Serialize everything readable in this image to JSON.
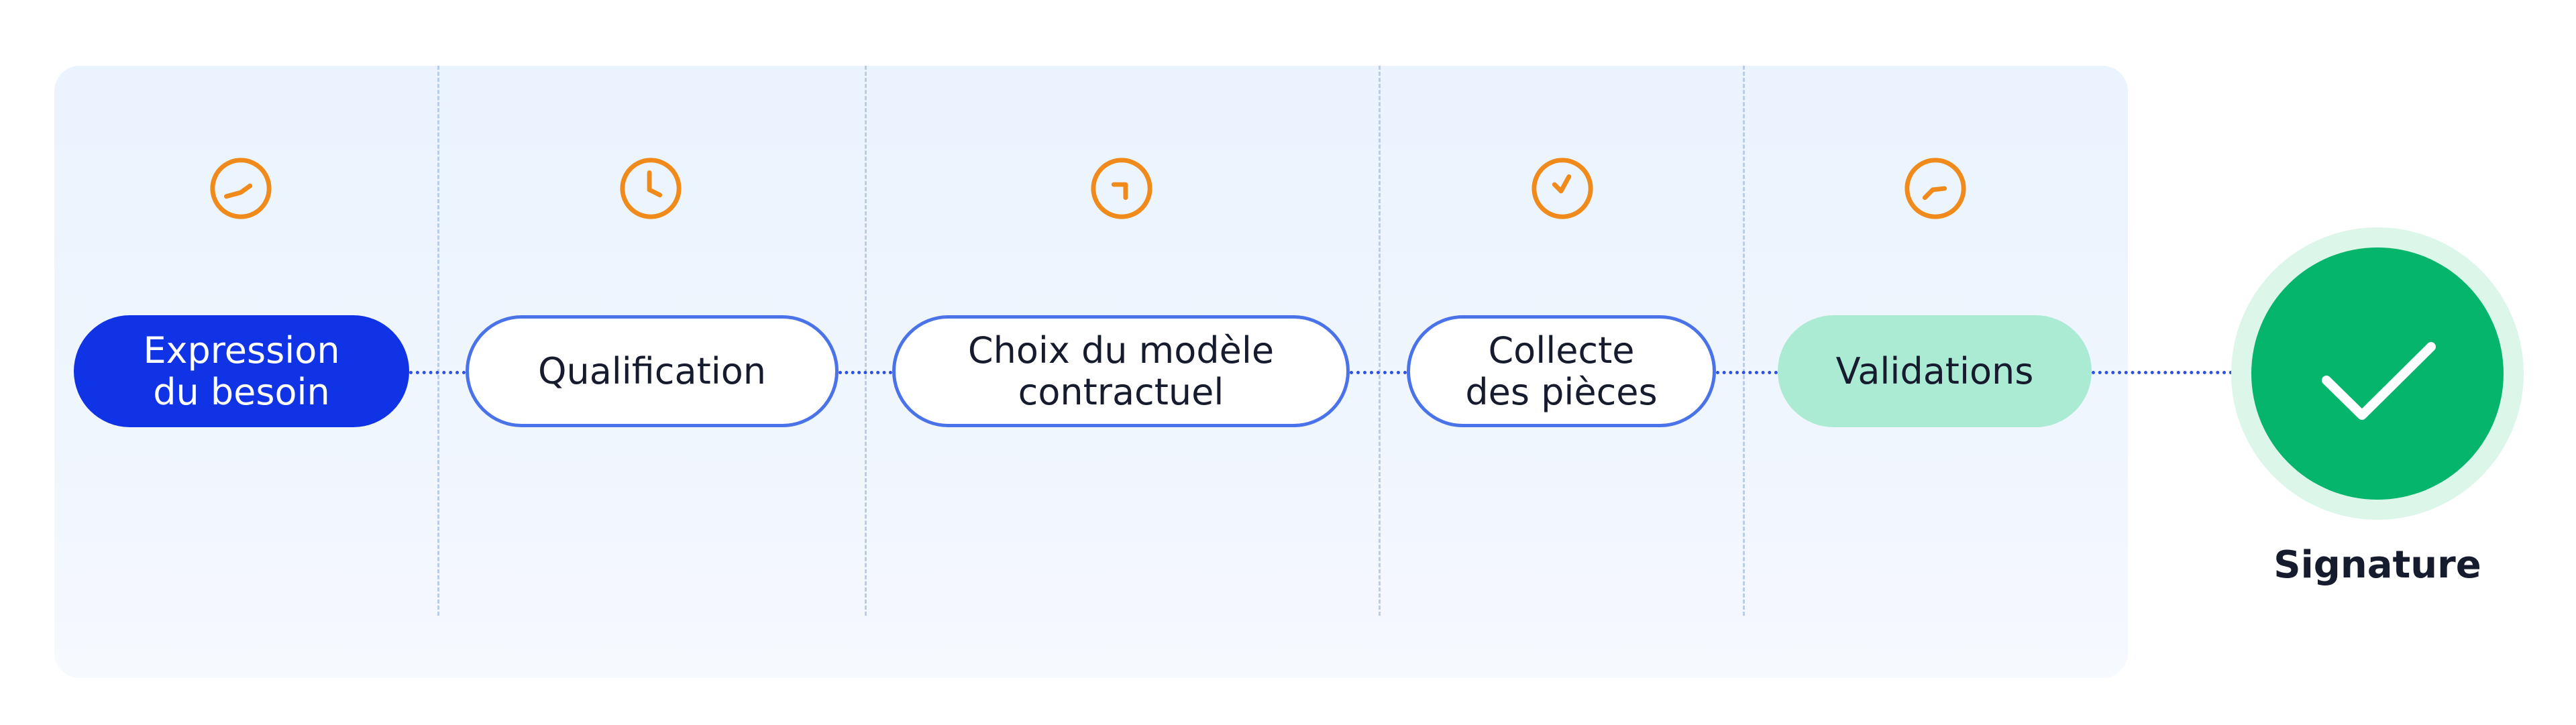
{
  "colors": {
    "accent_blue": "#1133e6",
    "outline_blue": "#4a73ea",
    "clock_orange": "#f08a1b",
    "mint": "#abebd3",
    "success_green": "#05b56c",
    "panel_bg": "#eaf3fe"
  },
  "steps": [
    {
      "label": "Expression\ndu besoin",
      "style": "filled",
      "icon": "clock-icon"
    },
    {
      "label": "Qualification",
      "style": "outline",
      "icon": "clock-icon"
    },
    {
      "label": "Choix du modèle\ncontractuel",
      "style": "outline",
      "icon": "clock-icon"
    },
    {
      "label": "Collecte\ndes pièces",
      "style": "outline",
      "icon": "clock-icon"
    },
    {
      "label": "Validations",
      "style": "mint",
      "icon": "clock-icon"
    }
  ],
  "final": {
    "label": "Signature",
    "icon": "checkmark-icon"
  }
}
